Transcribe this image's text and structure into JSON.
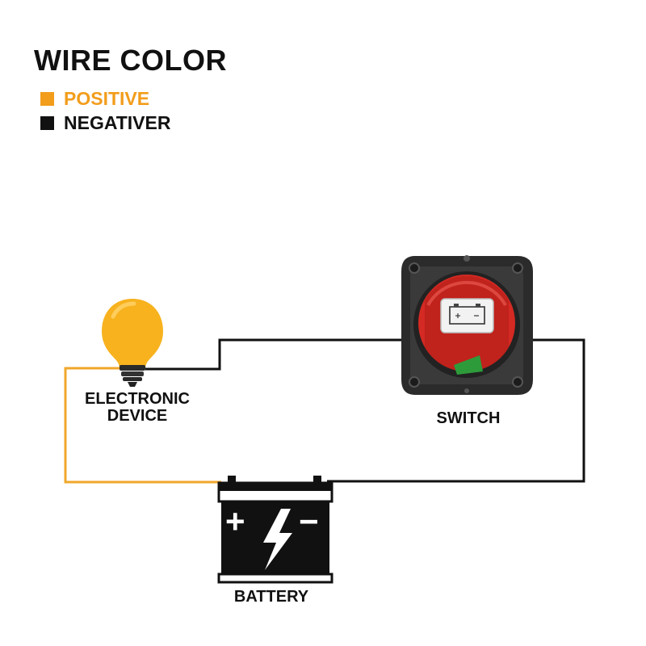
{
  "legend": {
    "title": "WIRE COLOR",
    "items": [
      {
        "label": "POSITIVE",
        "color": "#f29d1c"
      },
      {
        "label": "NEGATIVER",
        "color": "#111111"
      }
    ]
  },
  "components": {
    "device": {
      "label_line1": "ELECTRONIC",
      "label_line2": "DEVICE",
      "icon": "light-bulb-icon"
    },
    "switch": {
      "label": "SWITCH",
      "icon": "battery-disconnect-switch-icon"
    },
    "battery": {
      "label": "BATTERY",
      "plus_symbol": "+",
      "minus_symbol": "−",
      "icon": "battery-icon"
    }
  },
  "colors": {
    "positive_wire": "#f0a72b",
    "negative_wire": "#111111",
    "bulb": "#f7b21e",
    "switch_knob": "#d42a23",
    "switch_body": "#2b2b2b"
  }
}
